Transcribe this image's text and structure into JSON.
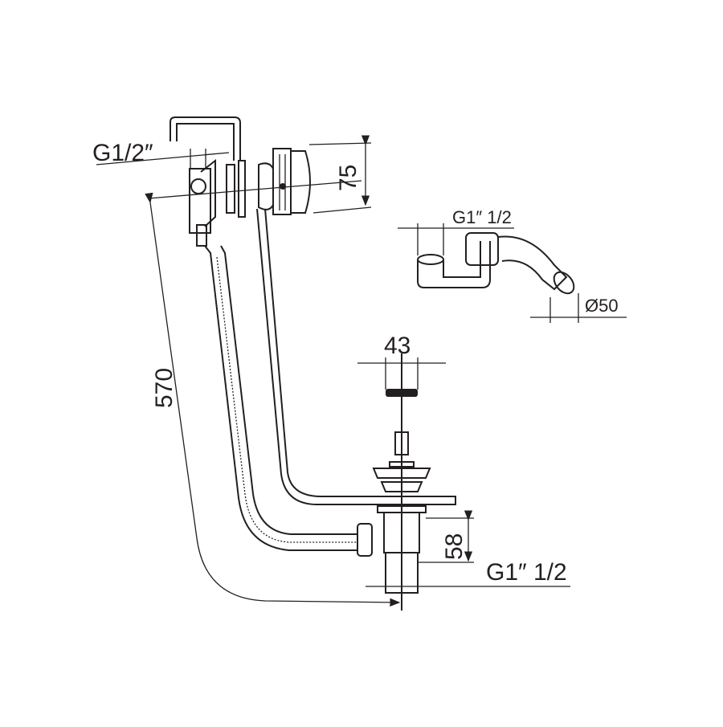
{
  "diagram": {
    "dimensions": {
      "overflow_thread": "G1/2″",
      "overflow_depth": "75",
      "trap_thread": "G1″ 1/2",
      "trap_outlet_diameter": "Ø50",
      "plug_diameter": "43",
      "total_length": "570",
      "drain_height": "58",
      "drain_thread": "G1″ 1/2"
    },
    "colors": {
      "line": "#231f20",
      "background": "#ffffff"
    }
  }
}
